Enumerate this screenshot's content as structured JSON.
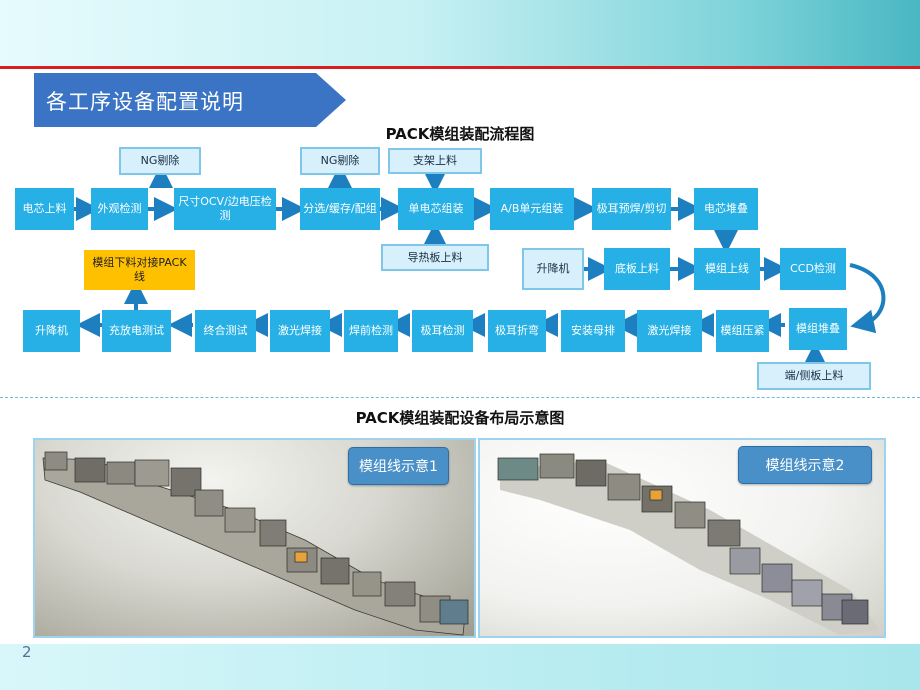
{
  "page_number": "2",
  "section_title": "各工序设备配置说明",
  "flow_title": "PACK模组装配流程图",
  "layout_title": "PACK模组装配设备布局示意图",
  "steps": {
    "cell_load": "电芯上料",
    "visual_inspect": "外观检测",
    "ocv_test": "尺寸OCV/边电压检测",
    "sort_buffer": "分选/缓存/配组",
    "single_cell": "单电芯组装",
    "ab_unit": "A/B单元组装",
    "tab_cut": "极耳预焊/剪切",
    "cell_stack": "电芯堆叠",
    "ng_reject_1": "NG剔除",
    "ng_reject_2": "NG剔除",
    "bracket_load": "支架上料",
    "thermal_load": "导热板上料",
    "lift_1": "升降机",
    "base_load": "底板上料",
    "module_load": "模组上线",
    "ccd_inspect": "CCD检测",
    "module_stack": "模组堆叠",
    "side_plate_load": "端/侧板上料",
    "module_press": "模组压紧",
    "laser_weld_1": "激光焊接",
    "busbar_install": "安装母排",
    "tab_bend": "极耳折弯",
    "tab_inspect": "极耳检测",
    "pre_weld_inspect": "焊前检测",
    "laser_weld_2": "激光焊接",
    "final_test": "终合测试",
    "charge_test": "充放电测试",
    "lift_2": "升降机",
    "pack_connect": "模组下料对接PACK线"
  },
  "photo_labels": {
    "line1": "模组线示意1",
    "line2": "模组线示意2"
  },
  "colors": {
    "process_box": "#26b0e6",
    "side_box": "#d7f0fb",
    "highlight_box": "#ffc000",
    "title_banner": "#3b74c4",
    "red_rule": "#d81e1e"
  }
}
